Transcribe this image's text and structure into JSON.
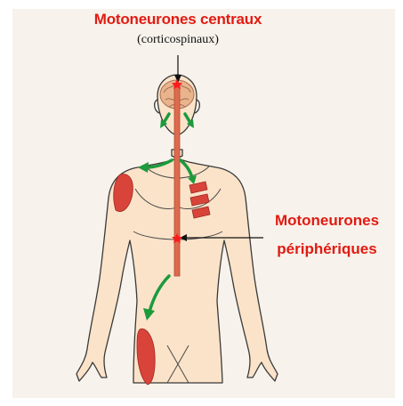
{
  "colors": {
    "label_red": "#e11b12",
    "background": "#f7f2eb",
    "skin": "#fbe3c9",
    "neuron": "#dc6b4d",
    "muscle": "#d8433a",
    "arrow_green": "#1c9a3c"
  },
  "labels": {
    "central_title": "Motoneurones centraux",
    "central_subtitle": "(corticospinaux)",
    "peripheral_line1": "Motoneurones",
    "peripheral_line2": "périphériques"
  }
}
